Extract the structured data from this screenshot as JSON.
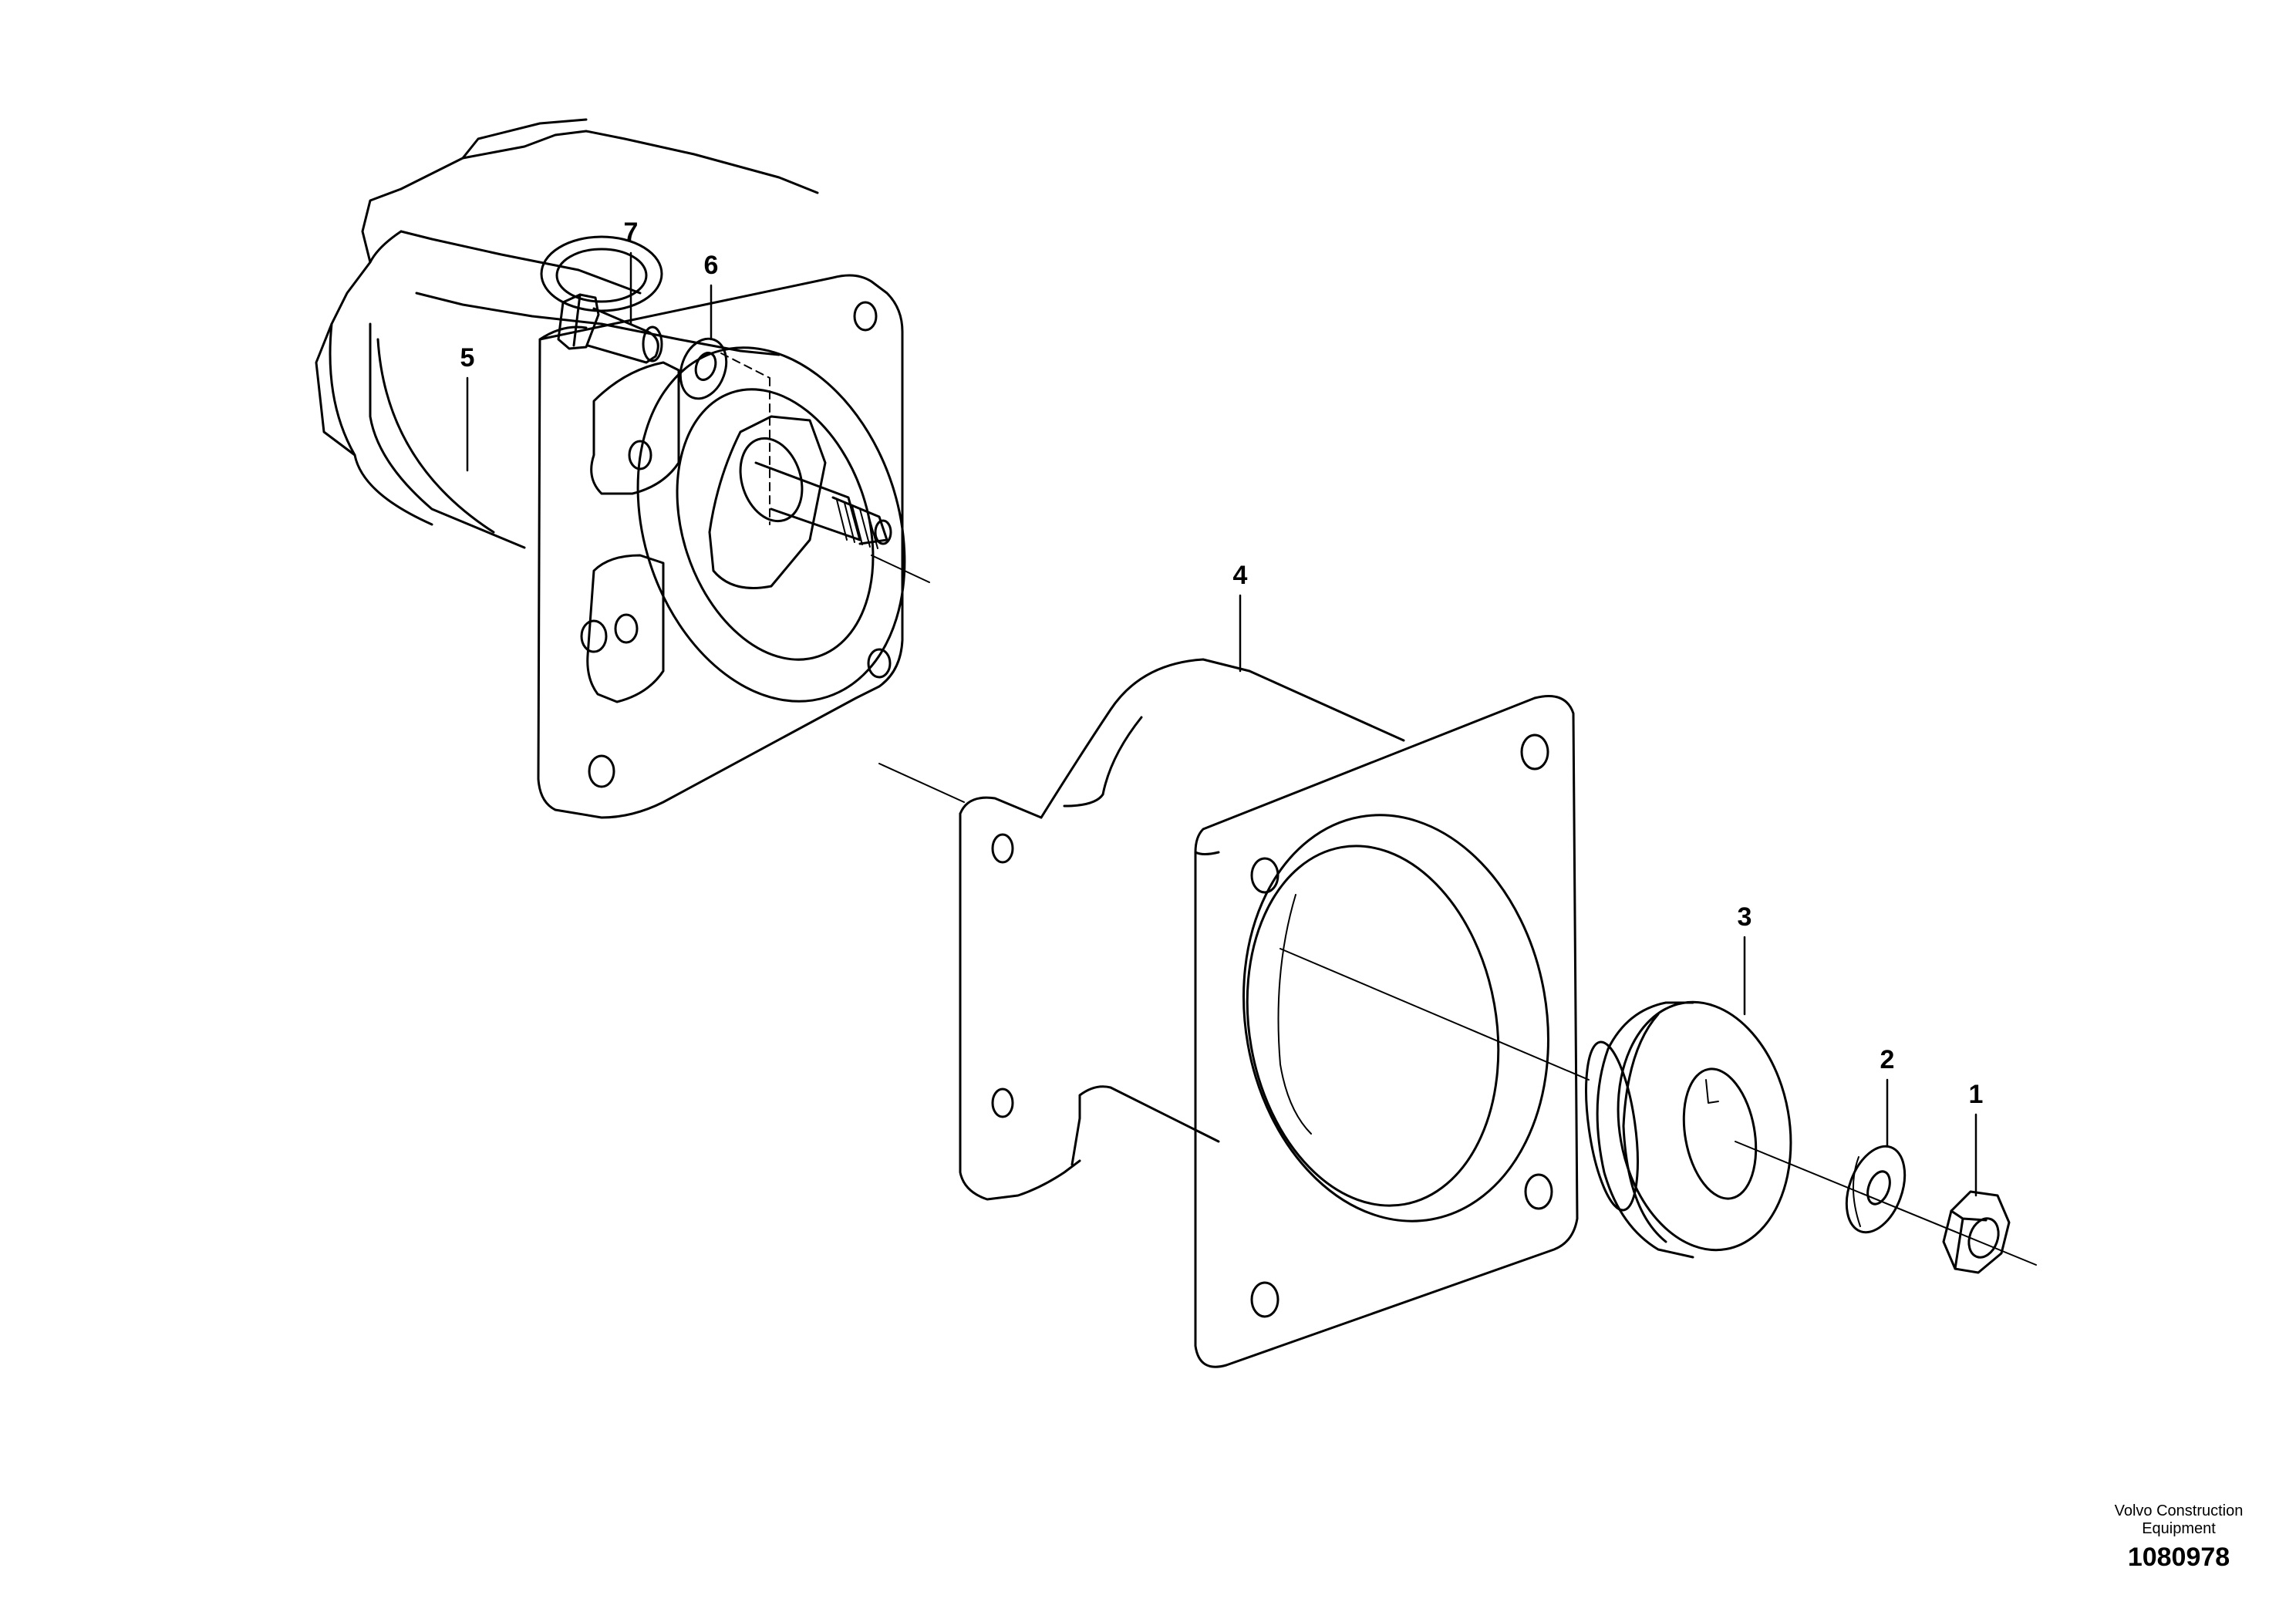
{
  "callouts": {
    "c1": "1",
    "c2": "2",
    "c3": "3",
    "c4": "4",
    "c5": "5",
    "c6": "6",
    "c7": "7"
  },
  "credit": {
    "line1": "Volvo Construction",
    "line2": "Equipment"
  },
  "reference_number": "1080978",
  "colors": {
    "line": "#000000",
    "background": "#ffffff"
  }
}
